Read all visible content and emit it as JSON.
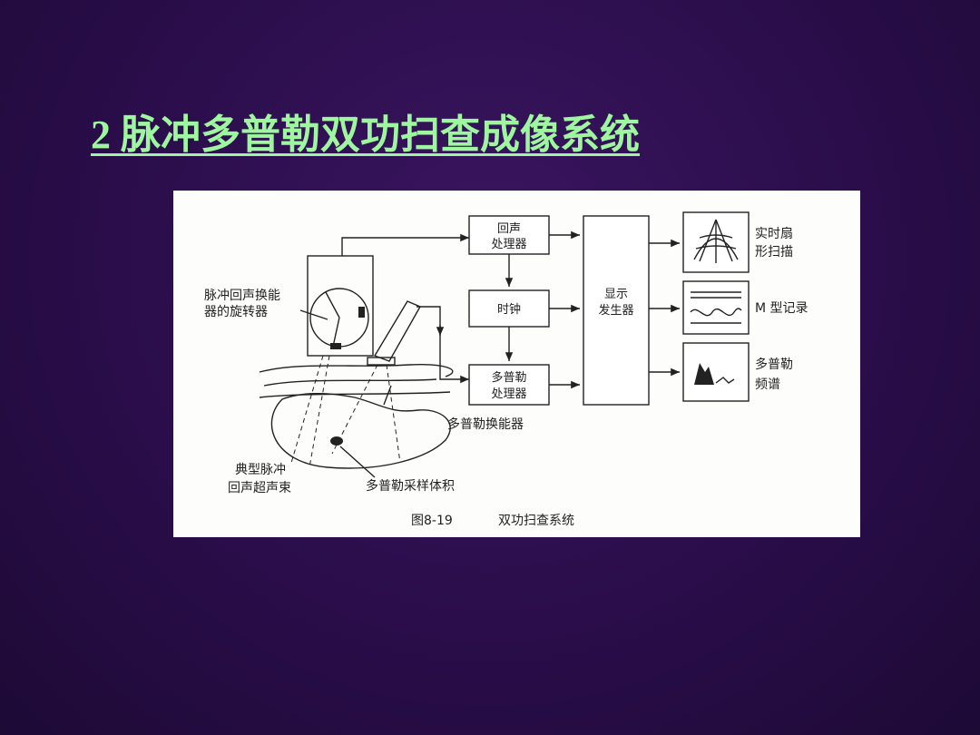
{
  "slide": {
    "title": "2 脉冲多普勒双功扫查成像系统"
  },
  "diagram": {
    "blocks": {
      "echo_processor": [
        "回声",
        "处理器"
      ],
      "clock": "时钟",
      "doppler_processor": [
        "多普勒",
        "处理器"
      ],
      "display_generator": [
        "显示",
        "发生器"
      ]
    },
    "outputs": {
      "realtime_sector": [
        "实时扇",
        "形扫描"
      ],
      "m_mode": "M 型记录",
      "doppler_spectrum": [
        "多普勒",
        "频谱"
      ]
    },
    "annotations": {
      "rotator": [
        "脉冲回声换能",
        "器的旋转器"
      ],
      "doppler_transducer": "多普勒换能器",
      "typical_beam": [
        "典型脉冲",
        "回声超声束"
      ],
      "sample_volume": "多普勒采样体积"
    },
    "caption": {
      "figure_number": "图8-19",
      "figure_title": "双功扫查系统"
    }
  }
}
